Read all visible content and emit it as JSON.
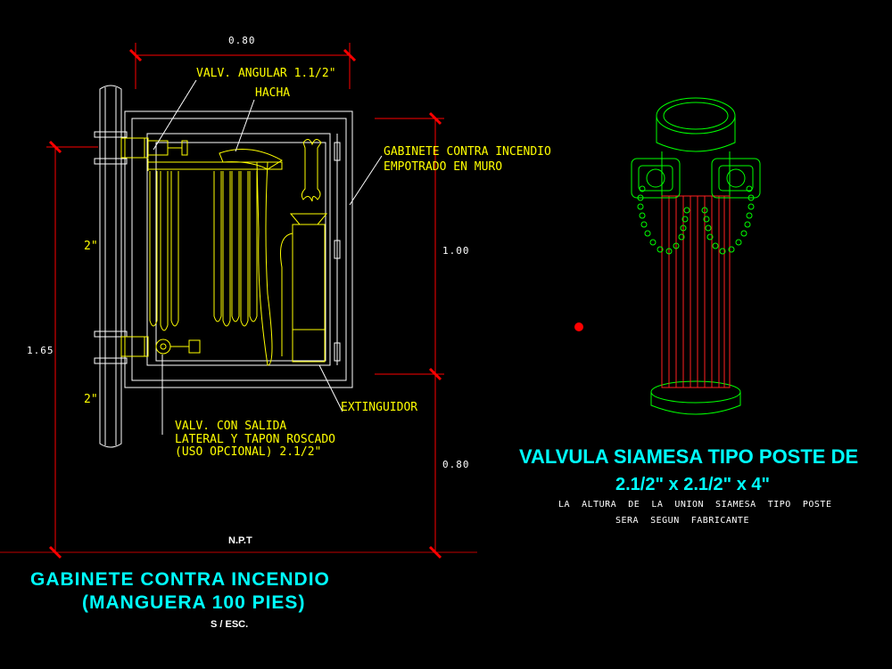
{
  "cabinet": {
    "title_line1": "GABINETE CONTRA INCENDIO",
    "title_line2": "(MANGUERA 100 PIES)",
    "scale": "S / ESC.",
    "floor_label": "N.P.T",
    "dim_width": "0.80",
    "dim_total_height": "1.65",
    "dim_cabinet_height": "1.00",
    "dim_base_height": "0.80",
    "pipe_size_upper": "2\"",
    "pipe_size_lower": "2\"",
    "callouts": {
      "angle_valve": "VALV. ANGULAR 1.1/2\"",
      "axe": "HACHA",
      "cabinet_line1": "GABINETE CONTRA INCENDIO",
      "cabinet_line2": "EMPOTRADO EN MURO",
      "extinguisher": "EXTINGUIDOR",
      "outlet_valve_line1": "VALV. CON SALIDA",
      "outlet_valve_line2": "LATERAL Y TAPON ROSCADO",
      "outlet_valve_line3": "(USO OPCIONAL) 2.1/2\""
    }
  },
  "siamese": {
    "title_line1": "VALVULA SIAMESA TIPO POSTE DE",
    "title_line2": "2.1/2\" x 2.1/2\" x 4\"",
    "note_line1": "LA  ALTURA  DE  LA  UNION  SIAMESA  TIPO  POSTE",
    "note_line2": "SERA  SEGUN  FABRICANTE"
  },
  "colors": {
    "background": "#000000",
    "dimension_red": "#ff0000",
    "label_yellow": "#ffff00",
    "title_cyan": "#00ffff",
    "hydrant_red": "#ff2020",
    "hydrant_green": "#00ff00",
    "cabinet_white": "#ffffff",
    "marker_red": "#ff0000"
  }
}
